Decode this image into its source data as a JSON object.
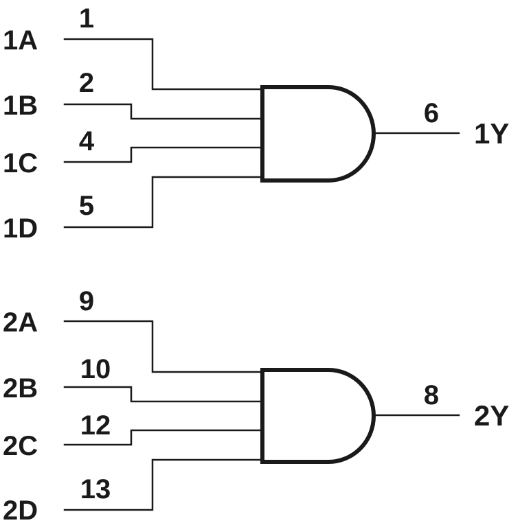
{
  "gates": [
    {
      "id": "gate-1",
      "inputs": [
        {
          "label": "1A",
          "pin": "1"
        },
        {
          "label": "1B",
          "pin": "2"
        },
        {
          "label": "1C",
          "pin": "4"
        },
        {
          "label": "1D",
          "pin": "5"
        }
      ],
      "output": {
        "label": "1Y",
        "pin": "6"
      }
    },
    {
      "id": "gate-2",
      "inputs": [
        {
          "label": "2A",
          "pin": "9"
        },
        {
          "label": "2B",
          "pin": "10"
        },
        {
          "label": "2C",
          "pin": "12"
        },
        {
          "label": "2D",
          "pin": "13"
        }
      ],
      "output": {
        "label": "2Y",
        "pin": "8"
      }
    }
  ],
  "colors": {
    "stroke": "#1a1a1a",
    "background": "#ffffff"
  }
}
